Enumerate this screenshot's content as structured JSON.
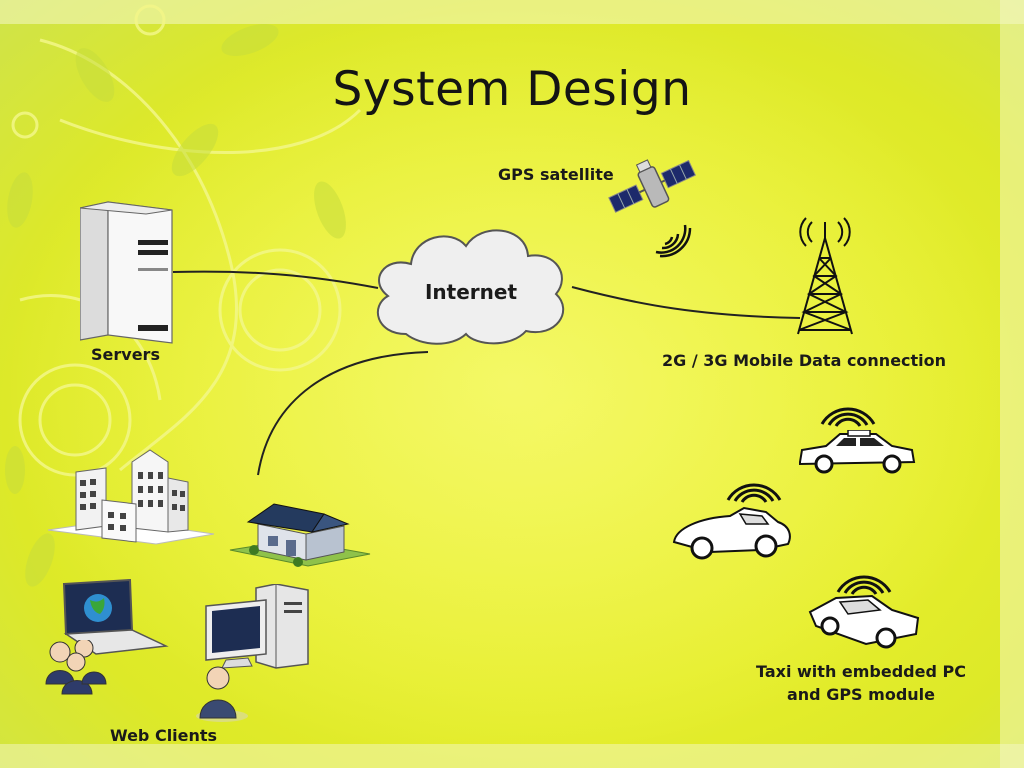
{
  "slide": {
    "title": "System Design",
    "background_color": "#e6ee2c"
  },
  "nodes": {
    "servers": "Servers",
    "internet": "Internet",
    "gps_satellite": "GPS satellite",
    "mobile_data": "2G / 3G Mobile Data connection",
    "taxi_line1": "Taxi with embedded PC",
    "taxi_line2": "and GPS module",
    "web_clients": "Web Clients"
  },
  "icons": [
    "server-tower",
    "cloud",
    "satellite",
    "cell-tower",
    "signal-waves",
    "taxi-car",
    "sports-car",
    "office-buildings",
    "house",
    "laptop",
    "desktop-pc",
    "user-figure"
  ]
}
